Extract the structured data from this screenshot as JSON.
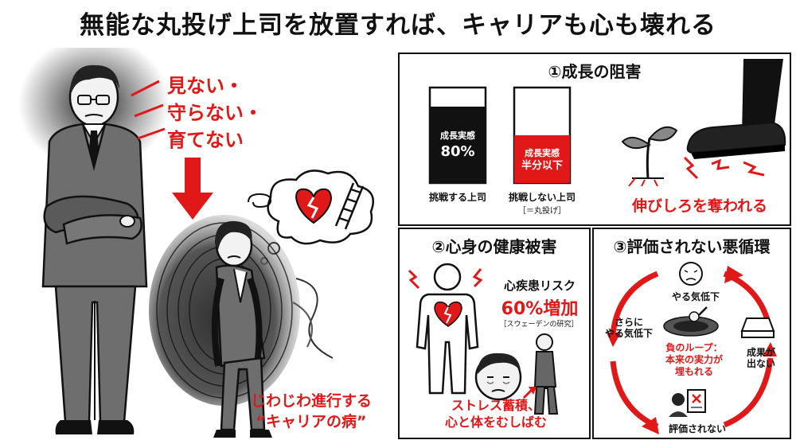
{
  "title": "無能な丸投げ上司を放置すれば、キャリアも心も壊れる",
  "left": {
    "doesnt_lines": [
      "見ない・",
      "守らない・",
      "育てない"
    ],
    "caption_lines": [
      "じわじわ進行する",
      "“キャリアの病”"
    ]
  },
  "panel1": {
    "title": "①成長の阻害",
    "chart_data": {
      "type": "bar",
      "categories": [
        "挑戦する上司",
        "挑戦しない上司"
      ],
      "category_note": "［＝丸投げ］",
      "values": [
        80,
        50
      ],
      "value_labels": [
        [
          "成長実感",
          "80%"
        ],
        [
          "成長実感",
          "半分以下"
        ]
      ],
      "ylim": [
        0,
        100
      ]
    },
    "caption": "伸びしろを奪われる",
    "colors": {
      "bar1": "#111111",
      "bar2": "#e01818"
    }
  },
  "panel2": {
    "title": "②心身の健康被害",
    "risk_label": "心疾患リスク",
    "risk_value": "60%増加",
    "risk_source": "［スウェーデンの研究］",
    "caption_lines": [
      "ストレス蓄積、",
      "心と体をむしばむ"
    ]
  },
  "panel3": {
    "title": "③評価されない悪循環",
    "center_lines": [
      "負のループ：",
      "本来の実力が",
      "埋もれる"
    ],
    "steps": {
      "top": "やる気低下",
      "right": [
        "成果が",
        "出ない"
      ],
      "bottom": "評価されない",
      "left": [
        "さらに",
        "やる気低下"
      ]
    }
  }
}
